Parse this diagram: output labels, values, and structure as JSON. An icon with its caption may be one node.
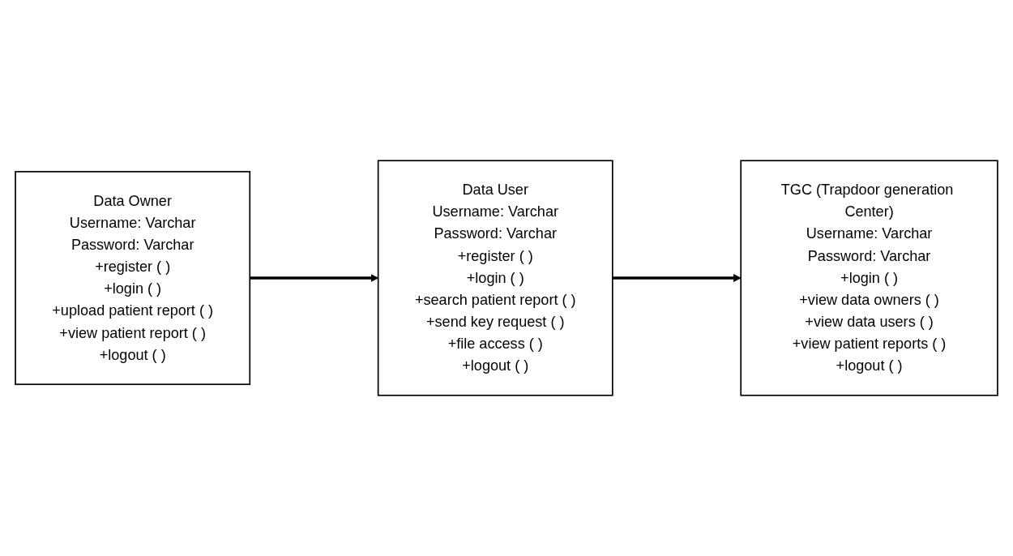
{
  "diagram": {
    "nodes": [
      {
        "text": [
          "Data Owner",
          "Username: Varchar",
          "Password: Varchar",
          "+register ( )",
          "+login ( )",
          "+upload patient report ( )",
          "+view patient report ( )",
          "+logout ( )"
        ]
      },
      {
        "text": [
          "Data User",
          "Username: Varchar",
          "Password: Varchar",
          "+register ( )",
          "+login ( )",
          "+search patient report ( )",
          "+send key request ( )",
          "+file access ( )",
          "+logout ( )"
        ]
      },
      {
        "text": [
          "TGC (Trapdoor generation Center)",
          "Username: Varchar",
          "Password: Varchar",
          "+login ( )",
          "+view data owners ( )",
          "+view data users ( )",
          "+view patient reports ( )",
          "+logout ( )"
        ]
      }
    ],
    "edges": [
      {
        "from": 0,
        "to": 1,
        "arrow": "to"
      },
      {
        "from": 1,
        "to": 2,
        "arrow": "to"
      }
    ]
  }
}
